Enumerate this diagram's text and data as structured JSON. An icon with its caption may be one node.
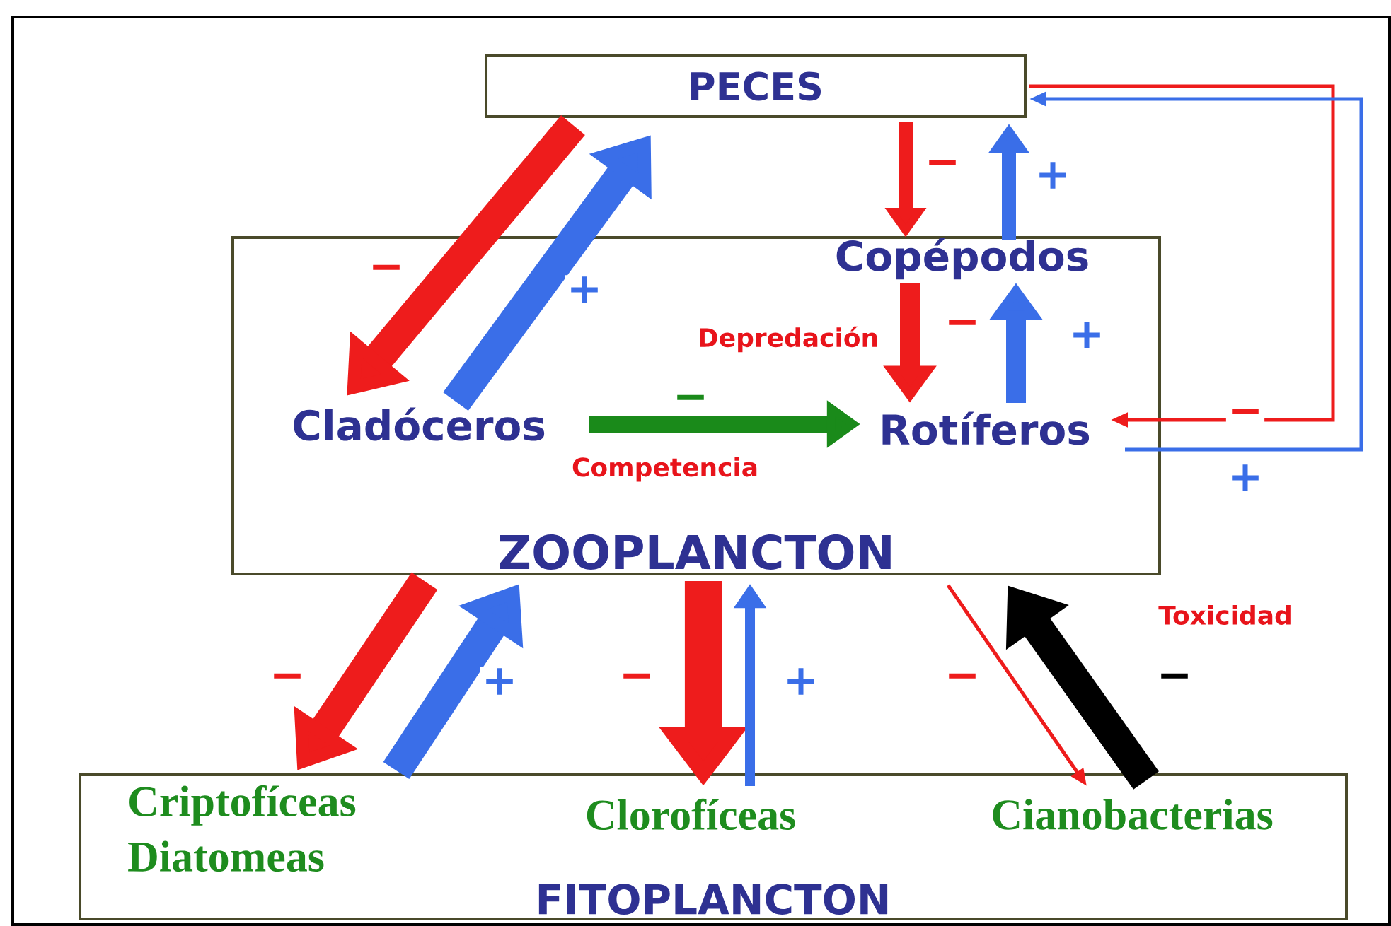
{
  "diagram": {
    "nodes": [
      {
        "text": [
          "PECES"
        ]
      },
      {
        "text": [
          "ZOOPLANCTON"
        ]
      },
      {
        "text": [
          "Copépodos"
        ],
        "in": 1
      },
      {
        "text": [
          "Cladóceros"
        ],
        "in": 1
      },
      {
        "text": [
          "Rotíferos"
        ],
        "in": 1
      },
      {
        "text": [
          "FITOPLANCTON"
        ]
      },
      {
        "text": [
          "Criptofíceas Diatomeas"
        ],
        "in": 5
      },
      {
        "text": [
          "Clorofíceas"
        ],
        "in": 5
      },
      {
        "text": [
          "Cianobacterias"
        ],
        "in": 5
      }
    ],
    "edges": [
      {
        "from": 0,
        "to": 3,
        "arrow": "to",
        "label": "−",
        "color": "#ee1c1c"
      },
      {
        "from": 3,
        "to": 0,
        "arrow": "to",
        "label": "+",
        "color": "#3a6ee8"
      },
      {
        "from": 0,
        "to": 2,
        "arrow": "to",
        "label": "−",
        "color": "#ee1c1c"
      },
      {
        "from": 2,
        "to": 0,
        "arrow": "to",
        "label": "+",
        "color": "#3a6ee8"
      },
      {
        "from": 2,
        "to": 4,
        "arrow": "to",
        "label": "−",
        "color": "#ee1c1c"
      },
      {
        "from": 4,
        "to": 2,
        "arrow": "to",
        "label": "+",
        "color": "#3a6ee8"
      },
      {
        "from": 3,
        "to": 4,
        "arrow": "to",
        "label": "−",
        "color": "#1a8a1a"
      },
      {
        "from": 0,
        "to": 4,
        "arrow": "to",
        "label": "−",
        "color": "#ee1c1c"
      },
      {
        "from": 4,
        "to": 0,
        "arrow": "to",
        "label": "+",
        "color": "#3a6ee8"
      },
      {
        "from": 1,
        "to": 6,
        "arrow": "to",
        "label": "−",
        "color": "#ee1c1c"
      },
      {
        "from": 6,
        "to": 1,
        "arrow": "to",
        "label": "+",
        "color": "#3a6ee8"
      },
      {
        "from": 1,
        "to": 7,
        "arrow": "to",
        "label": "−",
        "style": "thick",
        "color": "#ee1c1c"
      },
      {
        "from": 7,
        "to": 1,
        "arrow": "to",
        "label": "+",
        "color": "#3a6ee8"
      },
      {
        "from": 1,
        "to": 8,
        "arrow": "to",
        "label": "−",
        "color": "#ee1c1c"
      },
      {
        "from": 8,
        "to": 1,
        "arrow": "to",
        "label": "−",
        "color": "#000000"
      }
    ],
    "labels": [
      "Depredación",
      "Competencia",
      "Toxicidad"
    ]
  }
}
